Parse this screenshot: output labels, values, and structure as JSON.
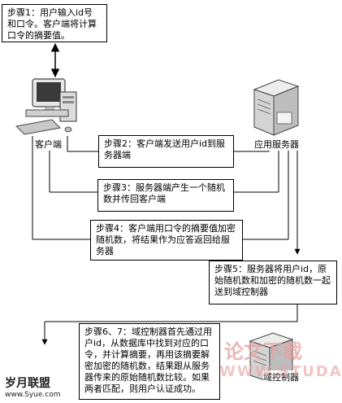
{
  "steps": {
    "step1": "步骤1：用户输入id号和口令。客户端将计算口令的摘要值。",
    "step2": "步骤2：客户端发送用户id到服务器端",
    "step3": "步骤3：服务器端产生一个随机数并传回客户端",
    "step4": "步骤4：客户端用口令的摘要值加密随机数，将结果作为应答返回给服务器",
    "step5": "步骤5：服务器将用户id，原始随机数和加密的随机数一起送到域控制器",
    "step67": "步骤6、7：域控制器首先通过用户id，从数据库中找到对应的口令，并计算摘要，再用该摘要解密加密的随机数，结果跟从服务器传来的原始随机数比较。如果两者匹配，则用户认证成功。"
  },
  "labels": {
    "client": "客户端",
    "app_server": "应用服务器",
    "domain_controller": "域控制器"
  },
  "watermarks": {
    "site_cn": "岁月联盟",
    "site_url": "www.Syue.com",
    "overlay_cn": "论文下载",
    "overlay_url": "WWW.STUDA."
  },
  "colors": {
    "line": "#000000",
    "watermark_red": "#e8a0a0"
  }
}
